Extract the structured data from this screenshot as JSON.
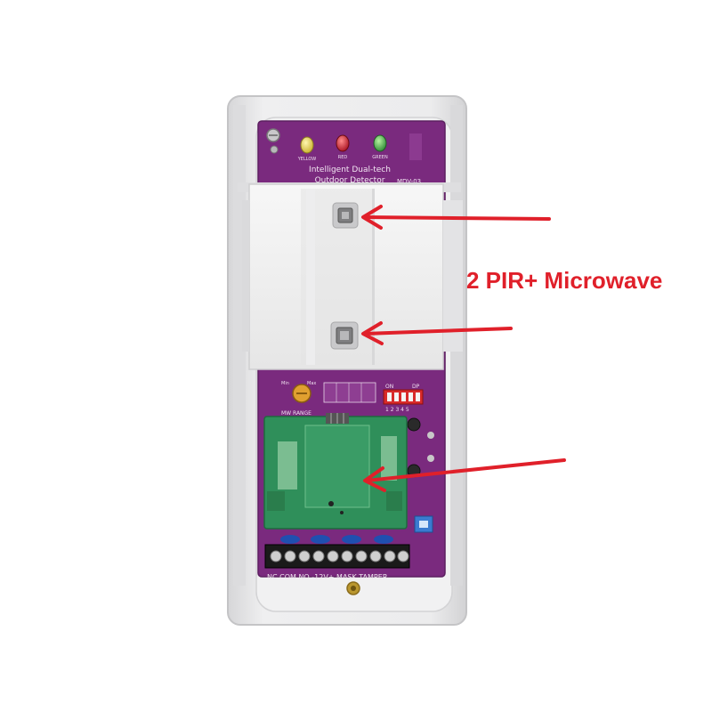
{
  "annotation": {
    "label": "2 PIR+ Microwave",
    "arrow_color": "#e0202a"
  },
  "board": {
    "title_line1": "Intelligent Dual-tech",
    "title_line2": "Outdoor Detector",
    "model": "MDV-03",
    "leds": [
      "YELLOW",
      "RED",
      "GREEN"
    ],
    "pot_labels": [
      "Min",
      "Max"
    ],
    "pot_caption": "MW RANGE",
    "dip_header": [
      "ON",
      "DP"
    ],
    "dip_numbers": "1 2 3 4 5",
    "terminal_labels": "NC COM NO -12V+ MASK TAMPER",
    "board_color": "#7a2a7e"
  },
  "colors": {
    "housing": "#e9e9ea",
    "module_green": "#2f8f5a",
    "led_yellow": "#e6d04a",
    "led_red": "#c8202c",
    "led_green": "#3fae4a"
  }
}
